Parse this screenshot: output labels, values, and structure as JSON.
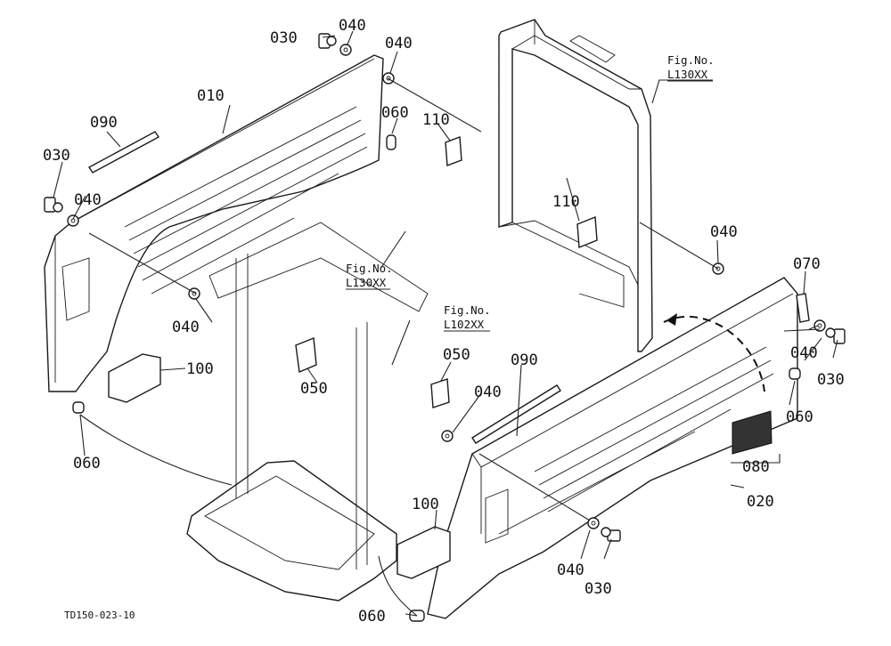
{
  "callouts": {
    "c010": "010",
    "c020": "020",
    "c030_a": "030",
    "c030_b": "030",
    "c030_c": "030",
    "c030_d": "030",
    "c040_a": "040",
    "c040_b": "040",
    "c040_c": "040",
    "c040_d": "040",
    "c040_e": "040",
    "c040_f": "040",
    "c040_g": "040",
    "c040_h": "040",
    "c050_a": "050",
    "c050_b": "050",
    "c060_a": "060",
    "c060_b": "060",
    "c060_c": "060",
    "c060_d": "060",
    "c070": "070",
    "c080": "080",
    "c090_a": "090",
    "c090_b": "090",
    "c100_a": "100",
    "c100_b": "100",
    "c110_a": "110",
    "c110_b": "110"
  },
  "figrefs": {
    "fig1_top": "Fig.No.",
    "fig1_bot": "L130XX",
    "fig2_top": "Fig.No.",
    "fig2_bot": "L130XX",
    "fig3_top": "Fig.No.",
    "fig3_bot": "L102XX"
  },
  "doc_id": "TD150-023-10"
}
